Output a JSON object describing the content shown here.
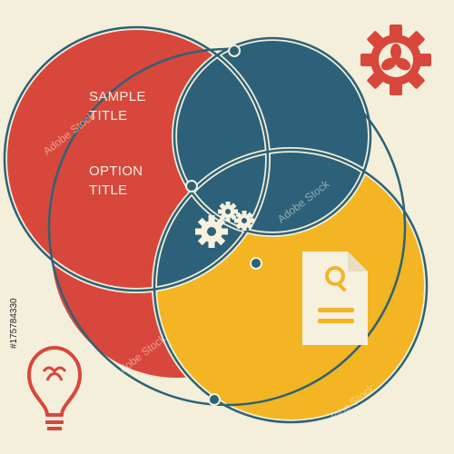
{
  "diagram": {
    "blocks": [
      {
        "heading": "SAMPLE",
        "subheading": "TITLE"
      },
      {
        "heading": "OPTION",
        "subheading": "TITLE"
      }
    ],
    "icons": {
      "center": "gears-icon",
      "right": "document-search-icon",
      "top_right": "gear-with-fan-icon",
      "bottom_left": "lightbulb-icon"
    },
    "colors": {
      "background": "#f3efdb",
      "red": "#d8473c",
      "blue": "#2c6179",
      "yellow": "#f3b523",
      "outline": "#2d6276",
      "text": "#f6f1df"
    }
  },
  "watermark": {
    "text": "Adobe Stock"
  },
  "image_id": "#175784330"
}
